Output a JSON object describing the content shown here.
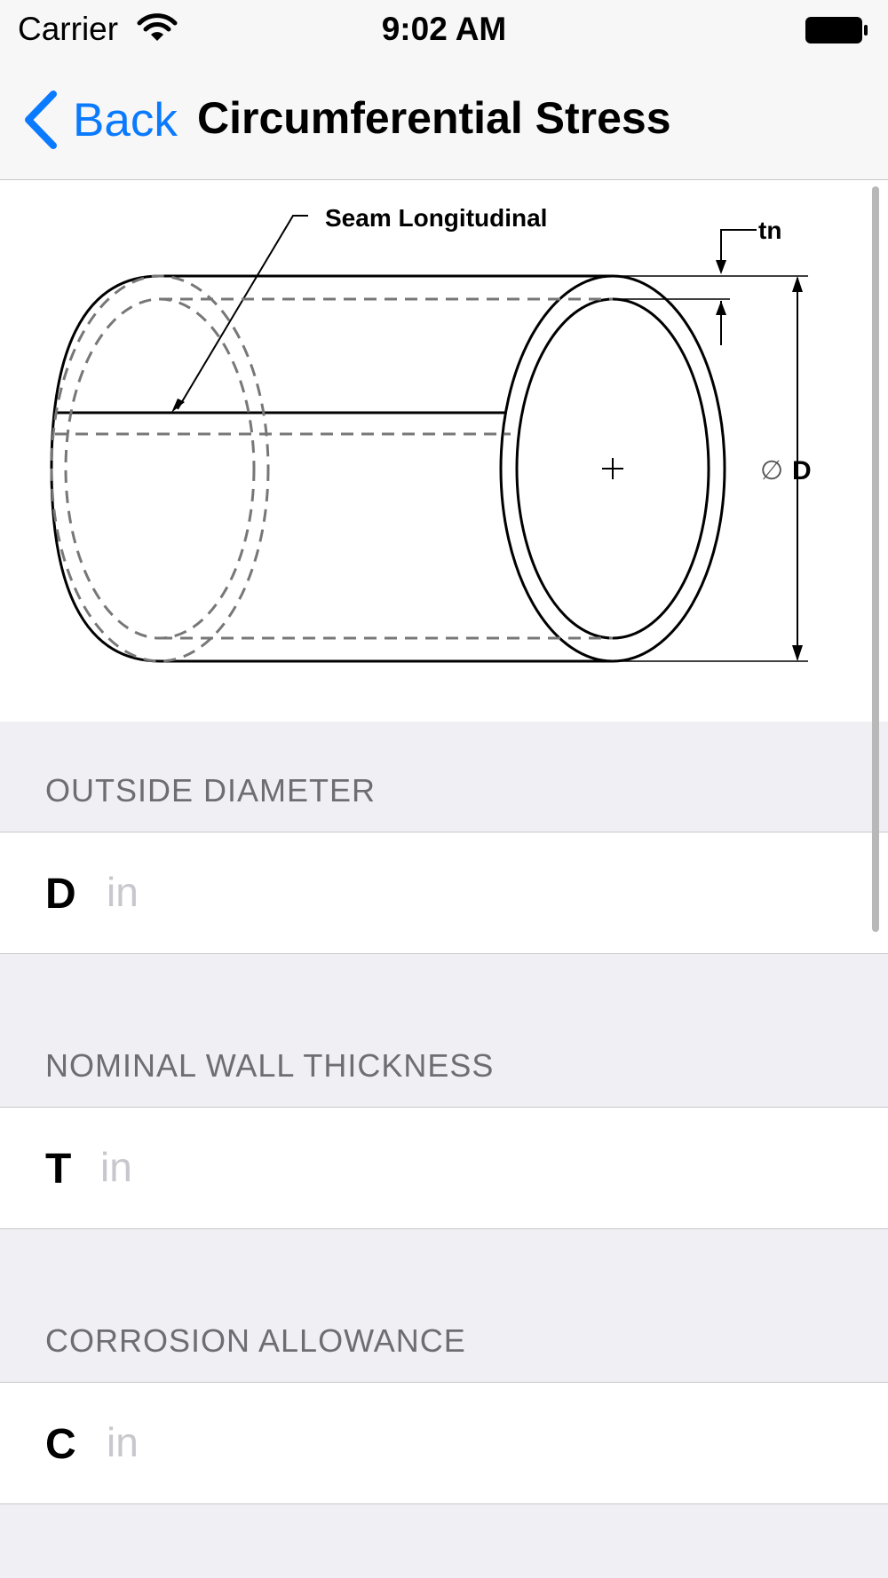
{
  "status": {
    "carrier": "Carrier",
    "time": "9:02 AM"
  },
  "nav": {
    "back_label": "Back",
    "title": "Circumferential Stress"
  },
  "diagram": {
    "seam_label": "Seam Longitudinal",
    "thickness_label": "tn",
    "diameter_symbol": "∅",
    "diameter_label": "D"
  },
  "sections": [
    {
      "header": "OUTSIDE DIAMETER",
      "label": "D",
      "value": "",
      "placeholder": "in"
    },
    {
      "header": "NOMINAL WALL THICKNESS",
      "label": "T",
      "value": "",
      "placeholder": "in"
    },
    {
      "header": "CORROSION ALLOWANCE",
      "label": "C",
      "value": "",
      "placeholder": "in"
    }
  ],
  "colors": {
    "accent": "#0a7aff",
    "background": "#efeff4",
    "header_text": "#6d6d72",
    "placeholder": "#c7c7cd"
  }
}
